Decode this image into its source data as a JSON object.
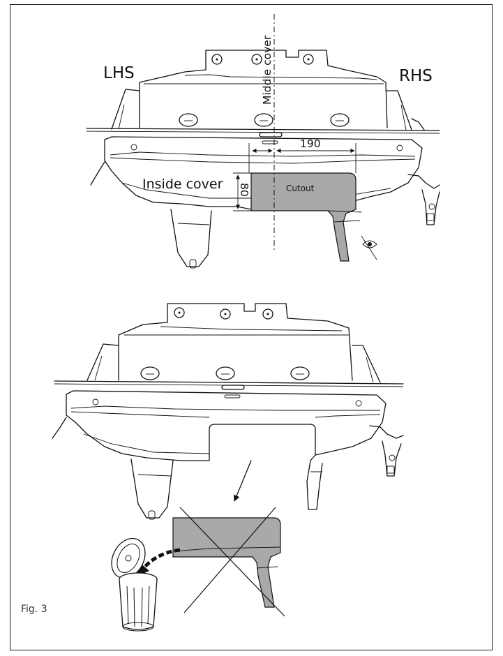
{
  "labels": {
    "lhs": "LHS",
    "rhs": "RHS",
    "middle_cover": "Middle cover",
    "inside_cover": "Inside cover",
    "cutout": "Cutout",
    "dim_width": "190",
    "dim_height": "80",
    "figure": "Fig. 3"
  },
  "colors": {
    "cutout_fill": "#a9a9a9",
    "line": "#111111",
    "background": "#ffffff"
  },
  "icons": [
    "eye-icon",
    "arrow-down-icon",
    "trash-bin-icon",
    "curved-arrow-icon",
    "cross-out-icon"
  ]
}
